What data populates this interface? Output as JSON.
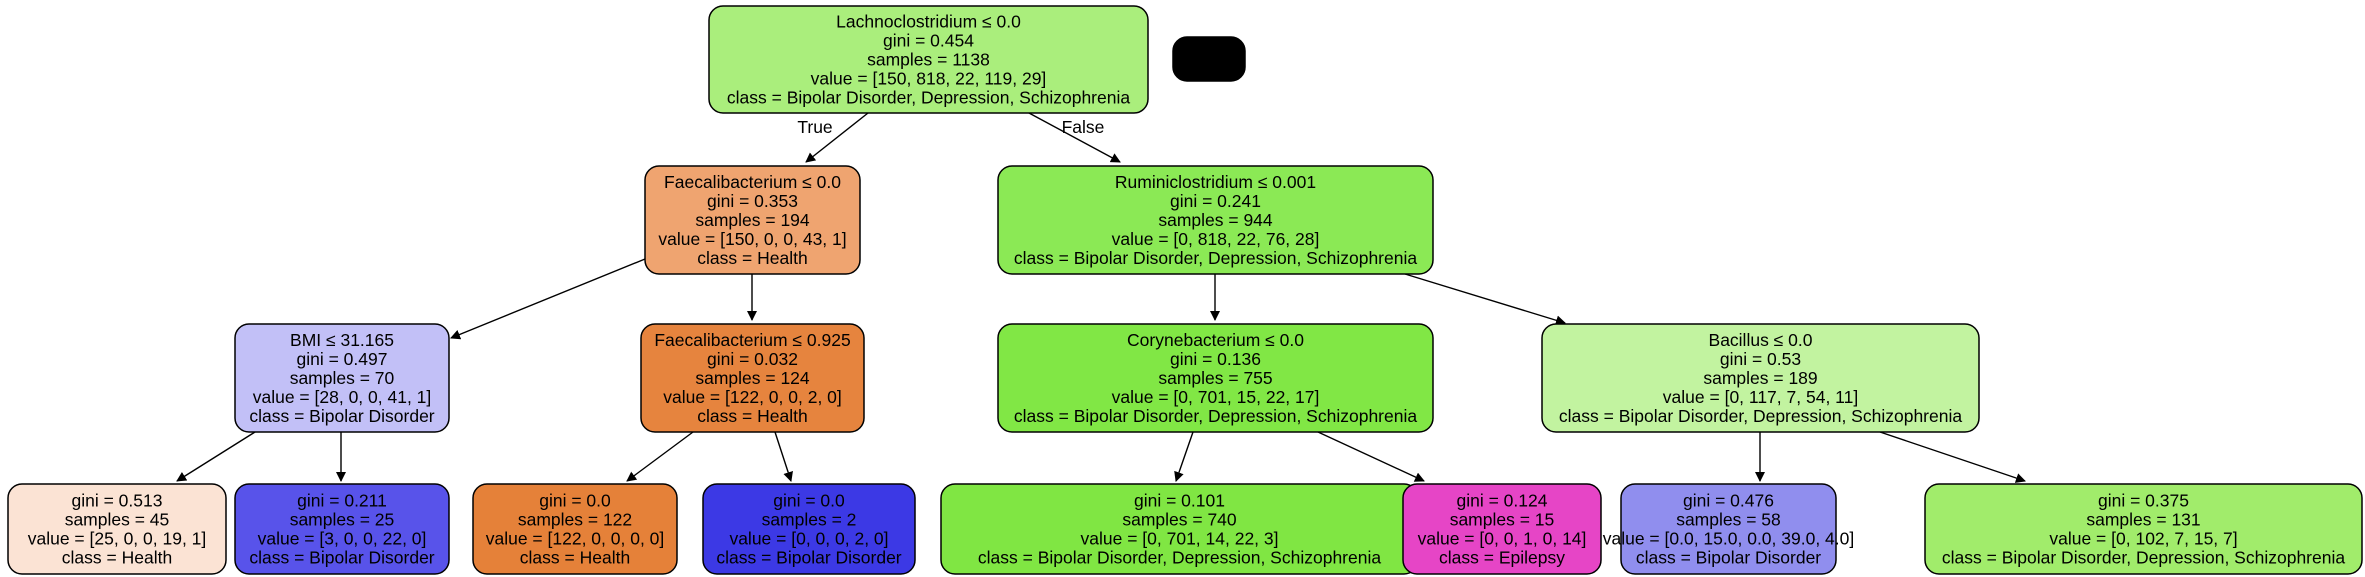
{
  "tree": {
    "nodes": [
      {
        "id": "n0",
        "fill": "#aaee7c",
        "lines": [
          "Lachnoclostridium ≤ 0.0",
          "gini = 0.454",
          "samples = 1138",
          "value = [150, 818, 22, 119, 29]",
          "class = Bipolar Disorder, Depression, Schizophrenia"
        ]
      },
      {
        "id": "n1",
        "fill": "#efa470",
        "lines": [
          "Faecalibacterium ≤ 0.0",
          "gini = 0.353",
          "samples = 194",
          "value = [150, 0, 0, 43, 1]",
          "class = Health"
        ]
      },
      {
        "id": "n2",
        "fill": "#8be955",
        "lines": [
          "Ruminiclostridium ≤ 0.001",
          "gini = 0.241",
          "samples = 944",
          "value = [0, 818, 22, 76, 28]",
          "class = Bipolar Disorder, Depression, Schizophrenia"
        ]
      },
      {
        "id": "n3",
        "fill": "#c2c0f7",
        "lines": [
          "BMI ≤ 31.165",
          "gini = 0.497",
          "samples = 70",
          "value = [28, 0, 0, 41, 1]",
          "class = Bipolar Disorder"
        ]
      },
      {
        "id": "n4",
        "fill": "#e6843e",
        "lines": [
          "Faecalibacterium ≤ 0.925",
          "gini = 0.032",
          "samples = 124",
          "value = [122, 0, 0, 2, 0]",
          "class = Health"
        ]
      },
      {
        "id": "n5",
        "fill": "#81e745",
        "lines": [
          "Corynebacterium ≤ 0.0",
          "gini = 0.136",
          "samples = 755",
          "value = [0, 701, 15, 22, 17]",
          "class = Bipolar Disorder, Depression, Schizophrenia"
        ]
      },
      {
        "id": "n6",
        "fill": "#c2f3a0",
        "lines": [
          "Bacillus ≤ 0.0",
          "gini = 0.53",
          "samples = 189",
          "value = [0, 117, 7, 54, 11]",
          "class = Bipolar Disorder, Depression, Schizophrenia"
        ]
      },
      {
        "id": "n7",
        "fill": "#fbe3d4",
        "lines": [
          "gini = 0.513",
          "samples = 45",
          "value = [25, 0, 0, 19, 1]",
          "class = Health"
        ]
      },
      {
        "id": "n8",
        "fill": "#5853ea",
        "lines": [
          "gini = 0.211",
          "samples = 25",
          "value = [3, 0, 0, 22, 0]",
          "class = Bipolar Disorder"
        ]
      },
      {
        "id": "n9",
        "fill": "#e58139",
        "lines": [
          "gini = 0.0",
          "samples = 122",
          "value = [122, 0, 0, 0, 0]",
          "class = Health"
        ]
      },
      {
        "id": "n10",
        "fill": "#3c39e5",
        "lines": [
          "gini = 0.0",
          "samples = 2",
          "value = [0, 0, 0, 2, 0]",
          "class = Bipolar Disorder"
        ]
      },
      {
        "id": "n11",
        "fill": "#80e643",
        "lines": [
          "gini = 0.101",
          "samples = 740",
          "value = [0, 701, 14, 22, 3]",
          "class = Bipolar Disorder, Depression, Schizophrenia"
        ]
      },
      {
        "id": "n12",
        "fill": "#e645c6",
        "lines": [
          "gini = 0.124",
          "samples = 15",
          "value = [0, 0, 1, 0, 14]",
          "class = Epilepsy"
        ]
      },
      {
        "id": "n13",
        "fill": "#908eee",
        "lines": [
          "gini = 0.476",
          "samples = 58",
          "value = [0.0, 15.0, 0.0, 39.0, 4.0]",
          "class = Bipolar Disorder"
        ]
      },
      {
        "id": "n14",
        "fill": "#a1ec6b",
        "lines": [
          "gini = 0.375",
          "samples = 131",
          "value = [0, 102, 7, 15, 7]",
          "class = Bipolar Disorder, Depression, Schizophrenia"
        ]
      },
      {
        "id": "legend",
        "fill": "#000000",
        "lines": []
      }
    ],
    "edges": [
      {
        "from": "n0",
        "to": "n1",
        "label": "True"
      },
      {
        "from": "n0",
        "to": "n2",
        "label": "False"
      },
      {
        "from": "n1",
        "to": "n3",
        "label": ""
      },
      {
        "from": "n1",
        "to": "n4",
        "label": ""
      },
      {
        "from": "n2",
        "to": "n5",
        "label": ""
      },
      {
        "from": "n2",
        "to": "n6",
        "label": ""
      },
      {
        "from": "n3",
        "to": "n7",
        "label": ""
      },
      {
        "from": "n3",
        "to": "n8",
        "label": ""
      },
      {
        "from": "n4",
        "to": "n9",
        "label": ""
      },
      {
        "from": "n4",
        "to": "n10",
        "label": ""
      },
      {
        "from": "n5",
        "to": "n11",
        "label": ""
      },
      {
        "from": "n5",
        "to": "n12",
        "label": ""
      },
      {
        "from": "n6",
        "to": "n13",
        "label": ""
      },
      {
        "from": "n6",
        "to": "n14",
        "label": ""
      }
    ]
  }
}
